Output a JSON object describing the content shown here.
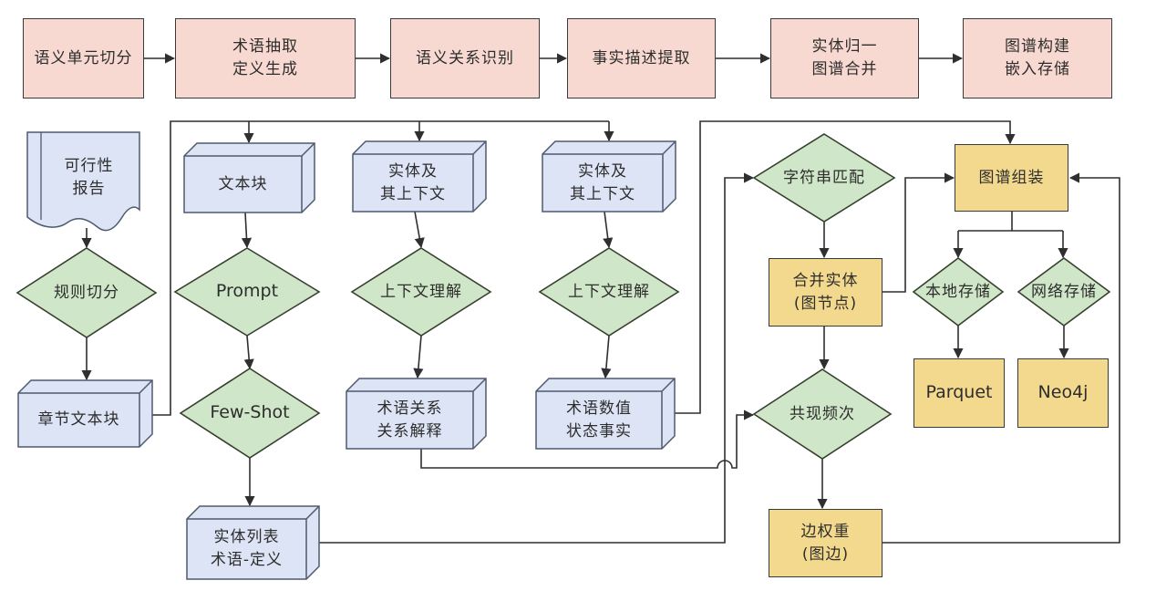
{
  "diagram": {
    "kind": "knowledge-graph-construction-flowchart",
    "colors": {
      "process_fill": "#f8d9d1",
      "data_fill": "#dce4f5",
      "decision_fill": "#d0e6c8",
      "storage_fill": "#f3d98e",
      "stroke": "#2f2f2f"
    }
  },
  "nodes": {
    "semantic_unit_segmentation": {
      "label": "语义单元切分"
    },
    "term_extraction": {
      "label": "术语抽取\n定义生成"
    },
    "semantic_relation_recognition": {
      "label": "语义关系识别"
    },
    "fact_description_extraction": {
      "label": "事实描述提取"
    },
    "entity_normalization": {
      "label": "实体归一\n图谱合并"
    },
    "graph_construction": {
      "label": "图谱构建\n嵌入存储"
    },
    "feasibility_report": {
      "label": "可行性\n报告"
    },
    "rule_segmentation": {
      "label": "规则切分"
    },
    "chapter_text_block": {
      "label": "章节文本块"
    },
    "text_block": {
      "label": "文本块"
    },
    "prompt": {
      "label": "Prompt"
    },
    "few_shot": {
      "label": "Few-Shot"
    },
    "entity_list": {
      "label": "实体列表\n术语-定义"
    },
    "entity_context_1": {
      "label": "实体及\n其上下文"
    },
    "context_understanding_1": {
      "label": "上下文理解"
    },
    "term_relations": {
      "label": "术语关系\n关系解释"
    },
    "entity_context_2": {
      "label": "实体及\n其上下文"
    },
    "context_understanding_2": {
      "label": "上下文理解"
    },
    "term_values": {
      "label": "术语数值\n状态事实"
    },
    "string_matching": {
      "label": "字符串匹配"
    },
    "merge_entities": {
      "label": "合并实体\n(图节点)"
    },
    "cooccurrence_frequency": {
      "label": "共现频次"
    },
    "edge_weight": {
      "label": "边权重\n(图边)"
    },
    "graph_assembly": {
      "label": "图谱组装"
    },
    "local_storage": {
      "label": "本地存储"
    },
    "network_storage": {
      "label": "网络存储"
    },
    "parquet": {
      "label": "Parquet"
    },
    "neo4j": {
      "label": "Neo4j"
    }
  }
}
